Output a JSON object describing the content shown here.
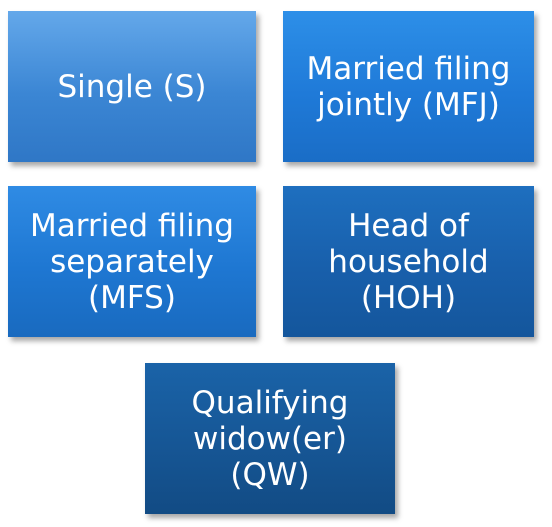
{
  "boxes": [
    {
      "lines": [
        "Single (S)"
      ]
    },
    {
      "lines": [
        "Married filing",
        "jointly (MFJ)"
      ]
    },
    {
      "lines": [
        "Married filing",
        "separately",
        "(MFS)"
      ]
    },
    {
      "lines": [
        "Head of",
        "household",
        "(HOH)"
      ]
    },
    {
      "lines": [
        "Qualifying",
        "widow(er)",
        "(QW)"
      ]
    }
  ]
}
